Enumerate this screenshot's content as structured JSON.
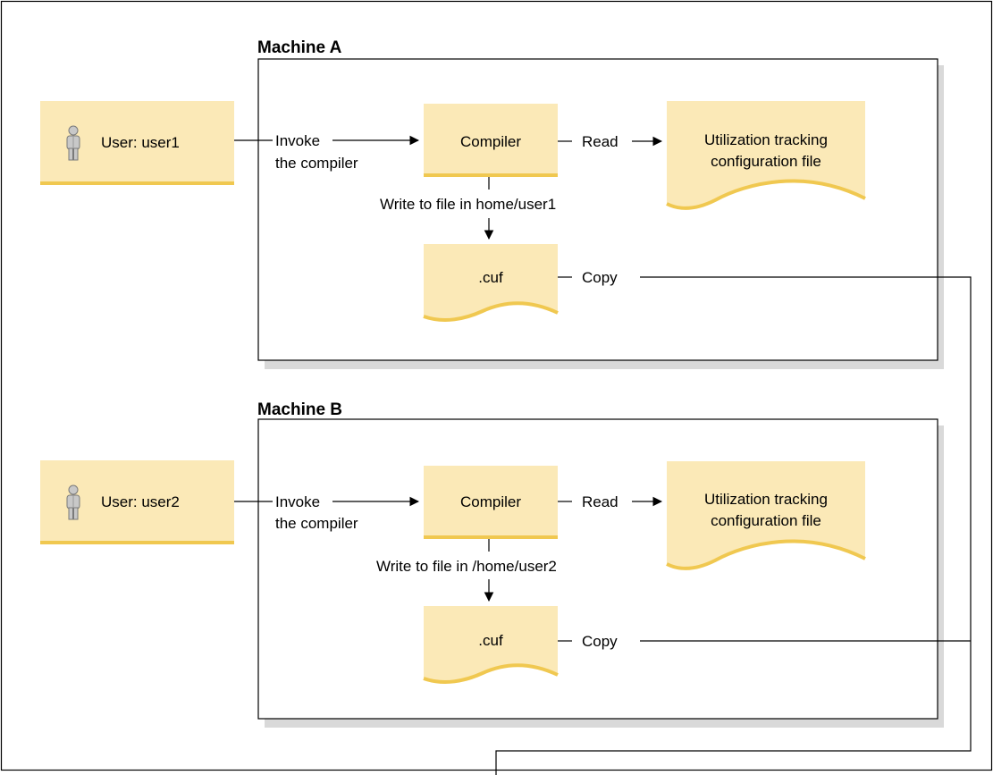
{
  "machines": [
    {
      "title": "Machine A",
      "user_label": "User: user1",
      "invoke_line1": "Invoke",
      "invoke_line2": "the compiler",
      "compiler_label": "Compiler",
      "read_label": "Read",
      "config_line1": "Utilization tracking",
      "config_line2": "configuration file",
      "write_label": "Write to file in home/user1",
      "cuf_label": ".cuf",
      "copy_label": "Copy"
    },
    {
      "title": "Machine B",
      "user_label": "User: user2",
      "invoke_line1": "Invoke",
      "invoke_line2": "the compiler",
      "compiler_label": "Compiler",
      "read_label": "Read",
      "config_line1": "Utilization tracking",
      "config_line2": "configuration file",
      "write_label": "Write to file in /home/user2",
      "cuf_label": ".cuf",
      "copy_label": "Copy"
    }
  ],
  "colors": {
    "node_fill": "#fbe9b7",
    "node_accent": "#f0c850",
    "shadow": "#d9d9d9",
    "line": "#000000"
  },
  "icons": [
    "user-icon"
  ]
}
